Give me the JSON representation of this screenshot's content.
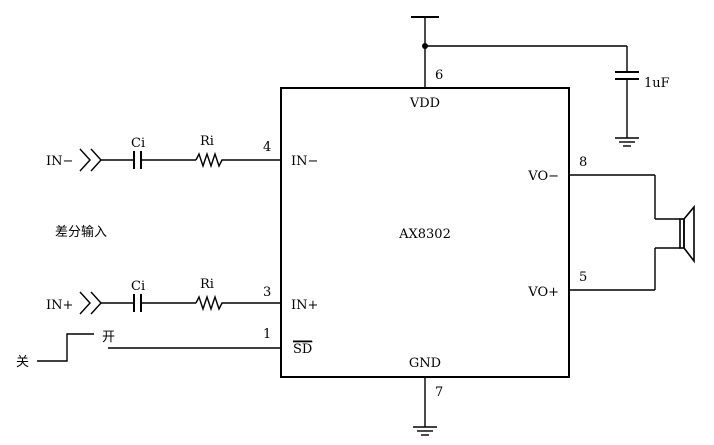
{
  "chip": {
    "name": "AX8302",
    "pins": {
      "vdd": {
        "label": "VDD",
        "number": "6"
      },
      "gnd": {
        "label": "GND",
        "number": "7"
      },
      "in_minus": {
        "label": "IN−",
        "number": "4"
      },
      "in_plus": {
        "label": "IN+",
        "number": "3"
      },
      "sd": {
        "label": "SD",
        "number": "1"
      },
      "vo_minus": {
        "label": "VO−",
        "number": "8"
      },
      "vo_plus": {
        "label": "VO+",
        "number": "5"
      }
    }
  },
  "inputs": {
    "in_minus": "IN−",
    "in_plus": "IN+",
    "differential_label": "差分输入"
  },
  "components": {
    "ci_top": "Ci",
    "ri_top": "Ri",
    "ci_bottom": "Ci",
    "ri_bottom": "Ri",
    "decoupling_cap": "1uF"
  },
  "switch": {
    "on_label": "开",
    "off_label": "关"
  }
}
